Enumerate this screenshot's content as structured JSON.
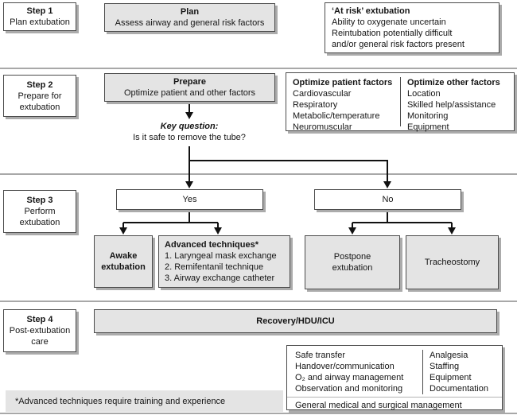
{
  "colors": {
    "box_gray": "#e4e4e4",
    "box_border": "#4b4b4b",
    "shadow": "#ababab",
    "divider_line": "#a8a8a8",
    "connector": "#111111"
  },
  "steps": [
    {
      "title": "Step 1",
      "lines": [
        "Plan extubation"
      ]
    },
    {
      "title": "Step 2",
      "lines": [
        "Prepare for",
        "extubation"
      ]
    },
    {
      "title": "Step 3",
      "lines": [
        "Perform",
        "extubation"
      ]
    },
    {
      "title": "Step 4",
      "lines": [
        "Post-extubation",
        "care"
      ]
    }
  ],
  "plan_box": {
    "title": "Plan",
    "subtitle": "Assess airway and general risk factors"
  },
  "at_risk_box": {
    "title": "‘At risk’ extubation",
    "lines": [
      "Ability to oxygenate uncertain",
      "Reintubation potentially difficult",
      "and/or general risk factors present"
    ]
  },
  "prepare_box": {
    "title": "Prepare",
    "subtitle": "Optimize patient and other factors"
  },
  "optimize_box": {
    "patient": {
      "title": "Optimize patient factors",
      "items": [
        "Cardiovascular",
        "Respiratory",
        "Metabolic/temperature",
        "Neuromuscular"
      ]
    },
    "other": {
      "title": "Optimize other factors",
      "items": [
        "Location",
        "Skilled help/assistance",
        "Monitoring",
        "Equipment"
      ]
    }
  },
  "key_question": {
    "label": "Key question:",
    "question": "Is it safe to remove the tube?"
  },
  "decision": {
    "yes": "Yes",
    "no": "No"
  },
  "outcomes": {
    "awake": {
      "lines": [
        "Awake",
        "extubation"
      ]
    },
    "advanced": {
      "title": "Advanced techniques*",
      "items": [
        "1. Laryngeal mask exchange",
        "2. Remifentanil technique",
        "3. Airway exchange catheter"
      ]
    },
    "postpone": {
      "lines": [
        "Postpone",
        "extubation"
      ]
    },
    "tracheostomy": {
      "label": "Tracheostomy"
    }
  },
  "recovery_box": {
    "label": "Recovery/HDU/ICU"
  },
  "post_care_box": {
    "left_items": [
      "Safe transfer",
      "Handover/communication",
      "O₂ and airway management",
      "Observation and monitoring"
    ],
    "right_items": [
      "Analgesia",
      "Staffing",
      "Equipment",
      "Documentation"
    ],
    "footer": "General medical and surgical management"
  },
  "footnote": "*Advanced techniques require training and experience"
}
